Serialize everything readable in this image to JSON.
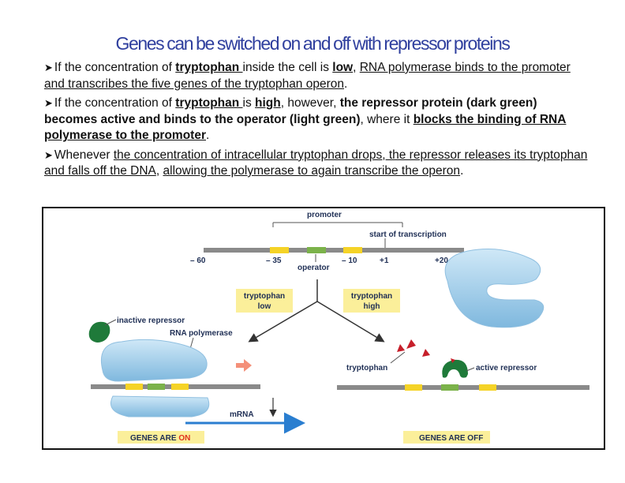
{
  "title": "Genes can be switched on and off with repressor   proteins",
  "bullets": [
    {
      "parts": [
        {
          "t": "If the concentration of "
        },
        {
          "t": "tryptophan ",
          "u": true,
          "b": true
        },
        {
          "t": "inside the cell is "
        },
        {
          "t": "low",
          "u": true,
          "b": true
        },
        {
          "t": ", "
        },
        {
          "t": "RNA polymerase binds to the promoter and transcribes the five genes of the tryptophan operon",
          "u": true
        },
        {
          "t": "."
        }
      ]
    },
    {
      "parts": [
        {
          "t": "If the concentration of "
        },
        {
          "t": "tryptophan ",
          "u": true,
          "b": true
        },
        {
          "t": "is "
        },
        {
          "t": "high",
          "u": true,
          "b": true
        },
        {
          "t": ", however, "
        },
        {
          "t": "the repressor protein (dark green) becomes active and binds to the operator (light green)",
          "b": true
        },
        {
          "t": ", where it "
        },
        {
          "t": "blocks the binding of RNA polymerase to the promoter",
          "u": true,
          "b": true
        },
        {
          "t": "."
        }
      ]
    },
    {
      "parts": [
        {
          "t": "Whenever "
        },
        {
          "t": "the concentration of intracellular tryptophan drops, the repressor releases its tryptophan and falls off the DNA",
          "u": true
        },
        {
          "t": ", "
        },
        {
          "t": "allowing the polymerase to again transcribe the operon",
          "u": true
        },
        {
          "t": "."
        }
      ]
    }
  ],
  "figure": {
    "promoter": "promoter",
    "start_of_transcription": "start of transcription",
    "operator": "operator",
    "pos_m60": "– 60",
    "pos_m35": "– 35",
    "pos_m10": "– 10",
    "pos_p1": "+1",
    "pos_p20": "+20",
    "trp_low_1": "tryptophan",
    "trp_low_2": "low",
    "trp_high_1": "tryptophan",
    "trp_high_2": "high",
    "inactive_repressor": "inactive repressor",
    "rna_polymerase": "RNA polymerase",
    "mrna": "mRNA",
    "tryptophan": "tryptophan",
    "active_repressor": "active repressor",
    "genes_on_prefix": "GENES ARE ",
    "genes_on_word": "ON",
    "genes_off": "GENES ARE OFF"
  },
  "colors": {
    "title": "#2f3f9e",
    "label_box": "#fbef9a",
    "dna_gray": "#8a8a8a",
    "promoter_yellow": "#f5d327",
    "operator_green": "#7bb24a",
    "repressor_dark_green": "#1f7a3a",
    "polymerase_blue": "#a9d3ee",
    "mrna_blue": "#2a7ed0",
    "tryptophan_red": "#c61f2a",
    "on_red": "#e0321e"
  }
}
